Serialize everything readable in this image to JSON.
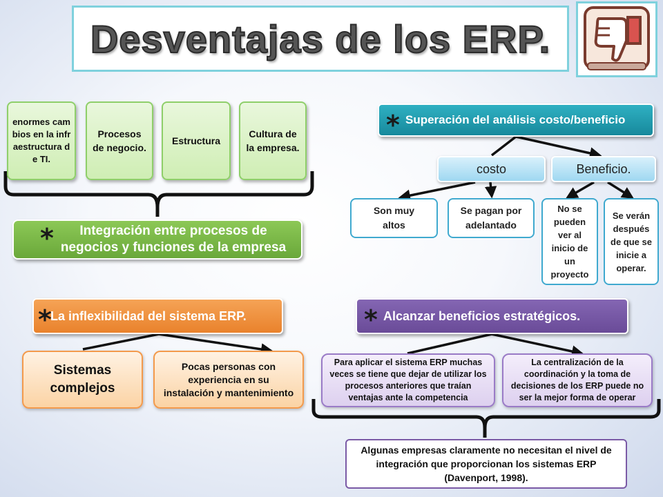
{
  "title": "Desventajas de los ERP.",
  "logo_icon": "thumbs-down-icon",
  "integration": {
    "boxes": [
      "enormes cambios en la infraestructura de TI.",
      "Procesos de negocio.",
      "Estructura",
      "Cultura de la empresa."
    ],
    "label": "Integración entre procesos de negocios y funciones de la empresa"
  },
  "cost_benefit": {
    "label": "Superación del análisis costo/beneficio",
    "costo": "costo",
    "beneficio": "Beneficio.",
    "costo_items": [
      "Son muy altos",
      "Se pagan por adelantado"
    ],
    "beneficio_items": [
      "No se pueden ver al inicio de un proyecto",
      "Se verán después de que se inicie a operar."
    ]
  },
  "inflexibility": {
    "label": "La inflexibilidad del sistema ERP.",
    "items": [
      "Sistemas complejos",
      "Pocas personas con experiencia en su instalación y mantenimiento"
    ]
  },
  "strategic": {
    "label": "Alcanzar beneficios estratégicos.",
    "items": [
      "Para aplicar el sistema ERP muchas veces se tiene que dejar de utilizar los procesos anteriores que traían ventajas ante la competencia",
      "La centralización de la coordinación y la toma de decisiones de los ERP puede no ser la mejor forma de operar"
    ],
    "conclusion": "Algunas empresas claramente no necesitan el nivel de integración que proporcionan los sistemas ERP (Davenport, 1998)."
  },
  "bullet_symbol": "*",
  "colors": {
    "green": "#6aa83a",
    "teal": "#17899c",
    "orange": "#e9822c",
    "purple": "#6a4b98"
  }
}
